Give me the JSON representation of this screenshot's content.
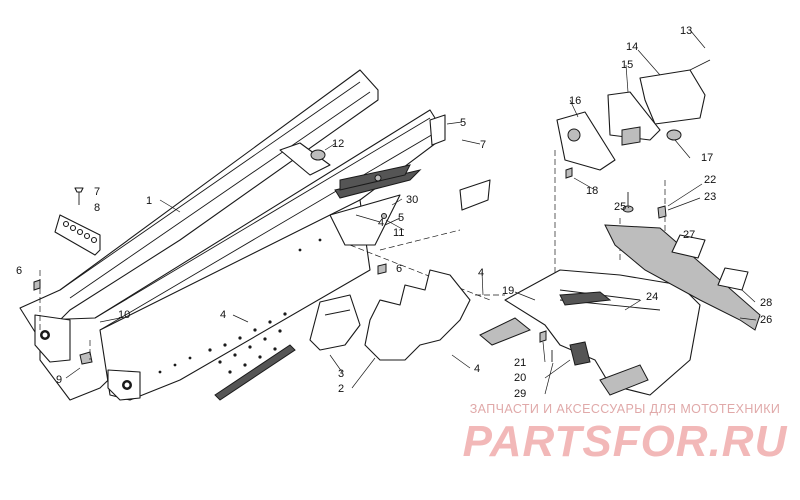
{
  "callouts": {
    "c1": "1",
    "c2": "2",
    "c3": "3",
    "c4a": "4",
    "c4b": "4",
    "c4c": "4",
    "c4d": "4",
    "c5a": "5",
    "c5b": "5",
    "c6a": "6",
    "c6b": "6",
    "c7a": "7",
    "c7b": "7",
    "c8": "8",
    "c9": "9",
    "c10": "10",
    "c11": "11",
    "c12": "12",
    "c13": "13",
    "c14": "14",
    "c15": "15",
    "c16": "16",
    "c17": "17",
    "c18": "18",
    "c19": "19",
    "c20": "20",
    "c21": "21",
    "c22": "22",
    "c23": "23",
    "c24": "24",
    "c25": "25",
    "c26": "26",
    "c27": "27",
    "c28": "28",
    "c29": "29",
    "c30": "30"
  },
  "watermark": {
    "tagline": "ЗАПЧАСТИ И АКСЕССУАРЫ ДЛЯ МОТОТЕХНИКИ",
    "logo_text": "PARTSFOR.RU"
  },
  "colors": {
    "line": "#1a1a1a",
    "watermark": "#f2b8b8",
    "background": "#ffffff"
  }
}
